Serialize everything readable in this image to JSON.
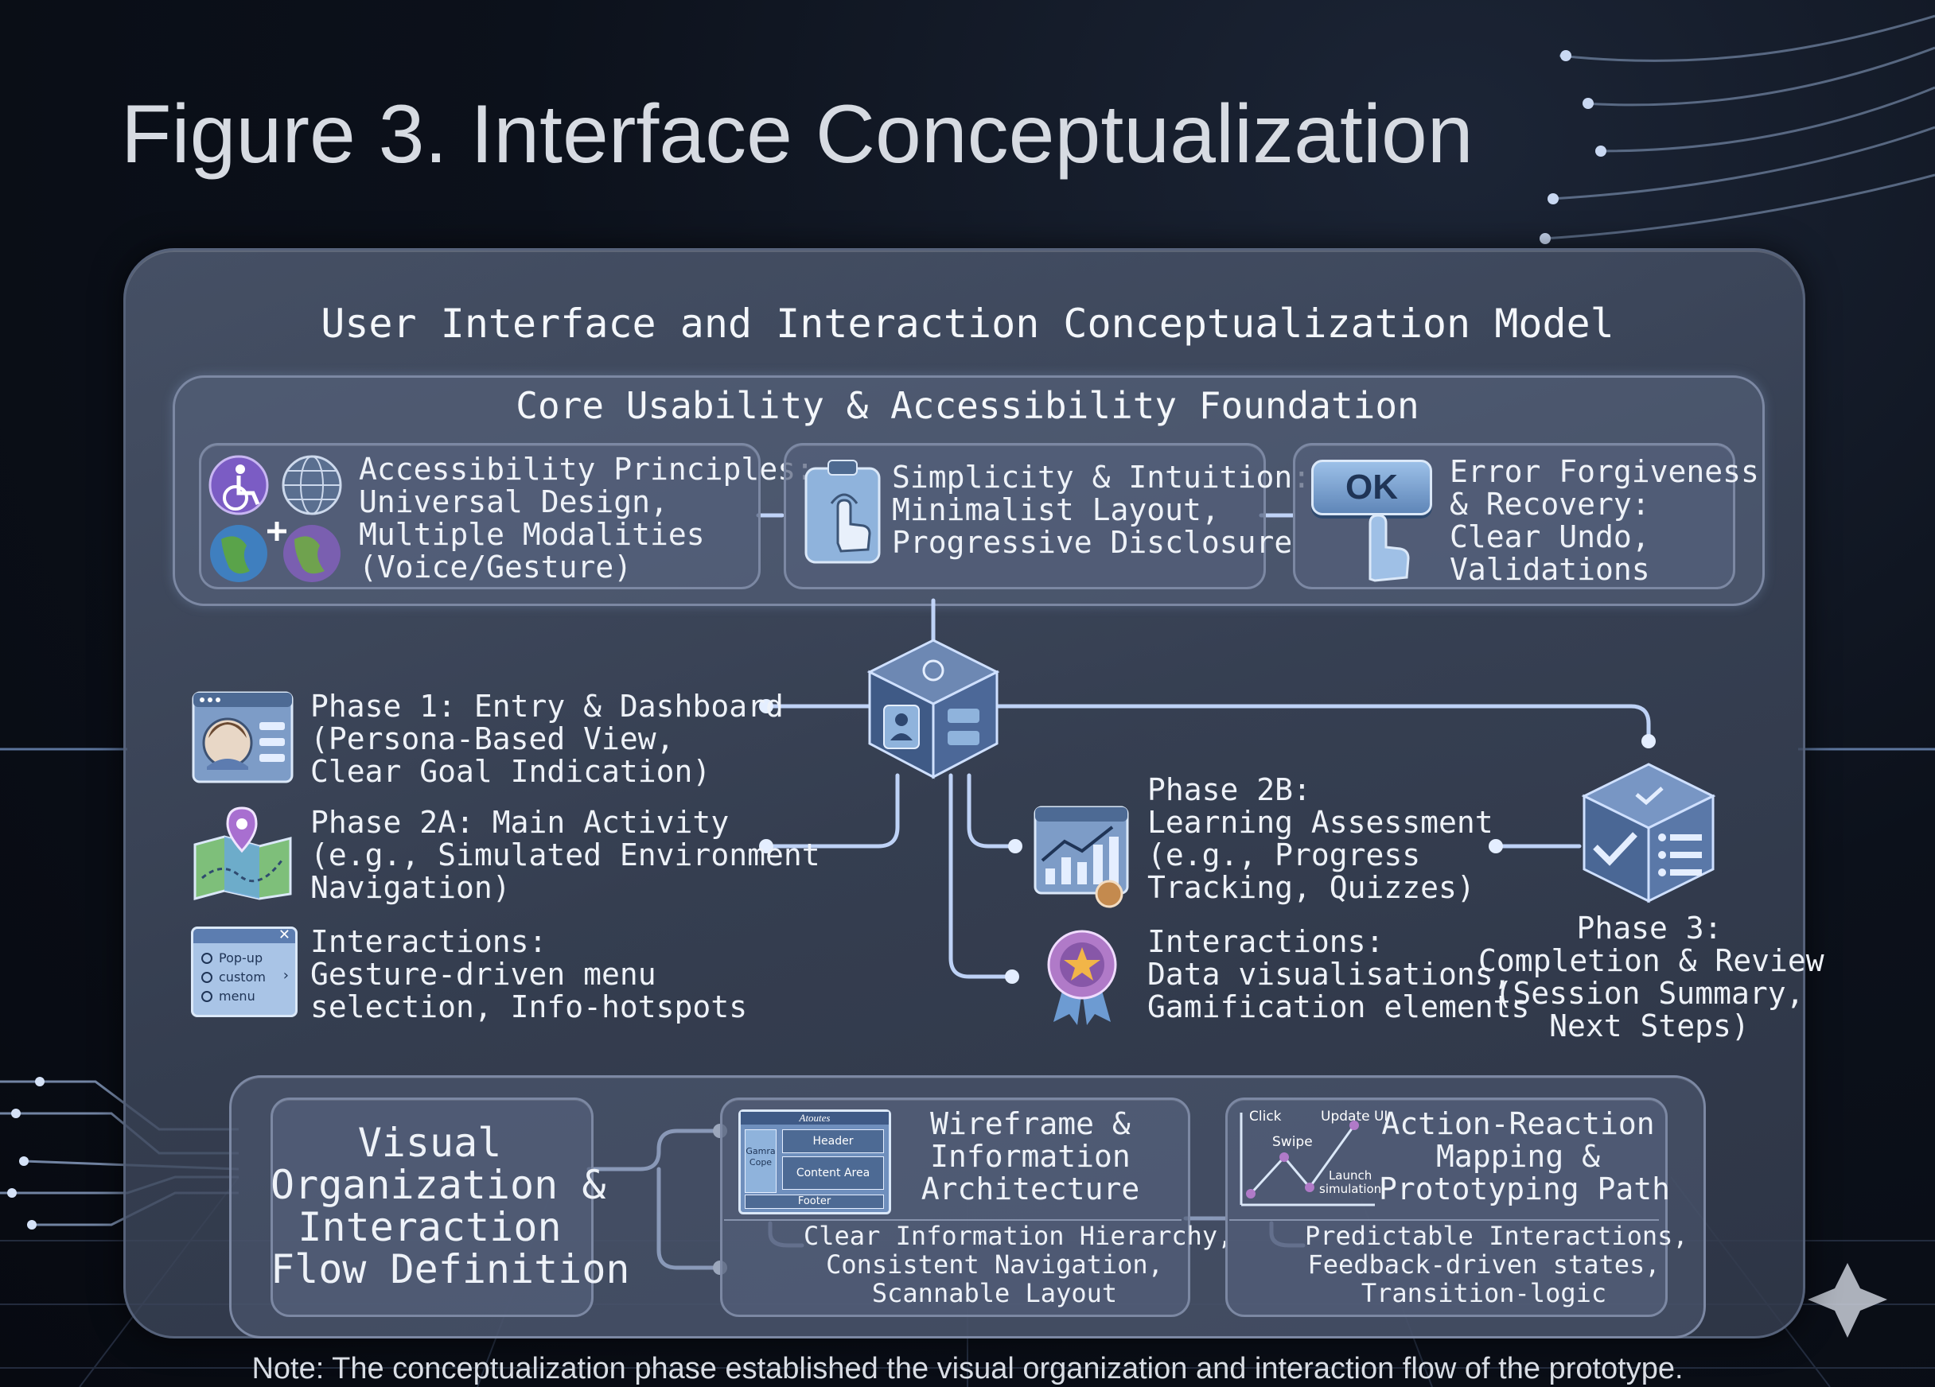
{
  "figure_title": "Figure 3. Interface Conceptualization",
  "model_title": "User Interface and Interaction Conceptualization Model",
  "foundation": {
    "title": "Core Usability & Accessibility Foundation",
    "accessibility": "Accessibility Principles:\nUniversal Design,\nMultiple Modalities\n(Voice/Gesture)",
    "simplicity": "Simplicity & Intuition:\nMinimalist Layout,\nProgressive Disclosure",
    "error": "Error Forgiveness\n& Recovery:\nClear Undo,\nValidations",
    "ok_label": "OK"
  },
  "phases": {
    "phase1": "Phase 1: Entry & Dashboard\n(Persona-Based View,\nClear Goal Indication)",
    "phase2a": "Phase 2A: Main Activity\n(e.g., Simulated Environment\nNavigation)",
    "interactions_left": "Interactions:\nGesture-driven menu\nselection, Info-hotspots",
    "popup_items": [
      "Pop-up",
      "custom",
      "menu"
    ],
    "phase2b": "Phase 2B:\nLearning Assessment\n(e.g., Progress\nTracking, Quizzes)",
    "interactions_right": "Interactions:\nData visualisations,\nGamification elements",
    "phase3": "Phase 3:\nCompletion & Review\n(Session Summary,\nNext Steps)"
  },
  "bottom": {
    "visual_org": "Visual\nOrganization &\nInteraction\nFlow Definition",
    "wireframe_title": "Wireframe &\nInformation\nArchitecture",
    "wireframe_desc": "Clear Information Hierarchy,\nConsistent Navigation,\nScannable Layout",
    "wireframe_labels": {
      "top": "Atoutes",
      "header": "Header",
      "side": "Gamra\nCope",
      "content": "Content Area",
      "footer": "Footer"
    },
    "action_title": "Action-Reaction\nMapping &\nPrototyping Path",
    "action_desc": "Predictable Interactions,\nFeedback-driven states,\nTransition-logic",
    "action_labels": {
      "click": "Click",
      "swipe": "Swipe",
      "update": "Update UI",
      "launch": "Launch\nsimulation"
    }
  },
  "note": "Note: The conceptualization phase established the visual organization and interaction flow of the prototype.",
  "colors": {
    "glow": "#bcd4ff",
    "panel": "#4e5a74",
    "accent_purple": "#7b5cc4",
    "icon_blue": "#8fb3dc"
  }
}
